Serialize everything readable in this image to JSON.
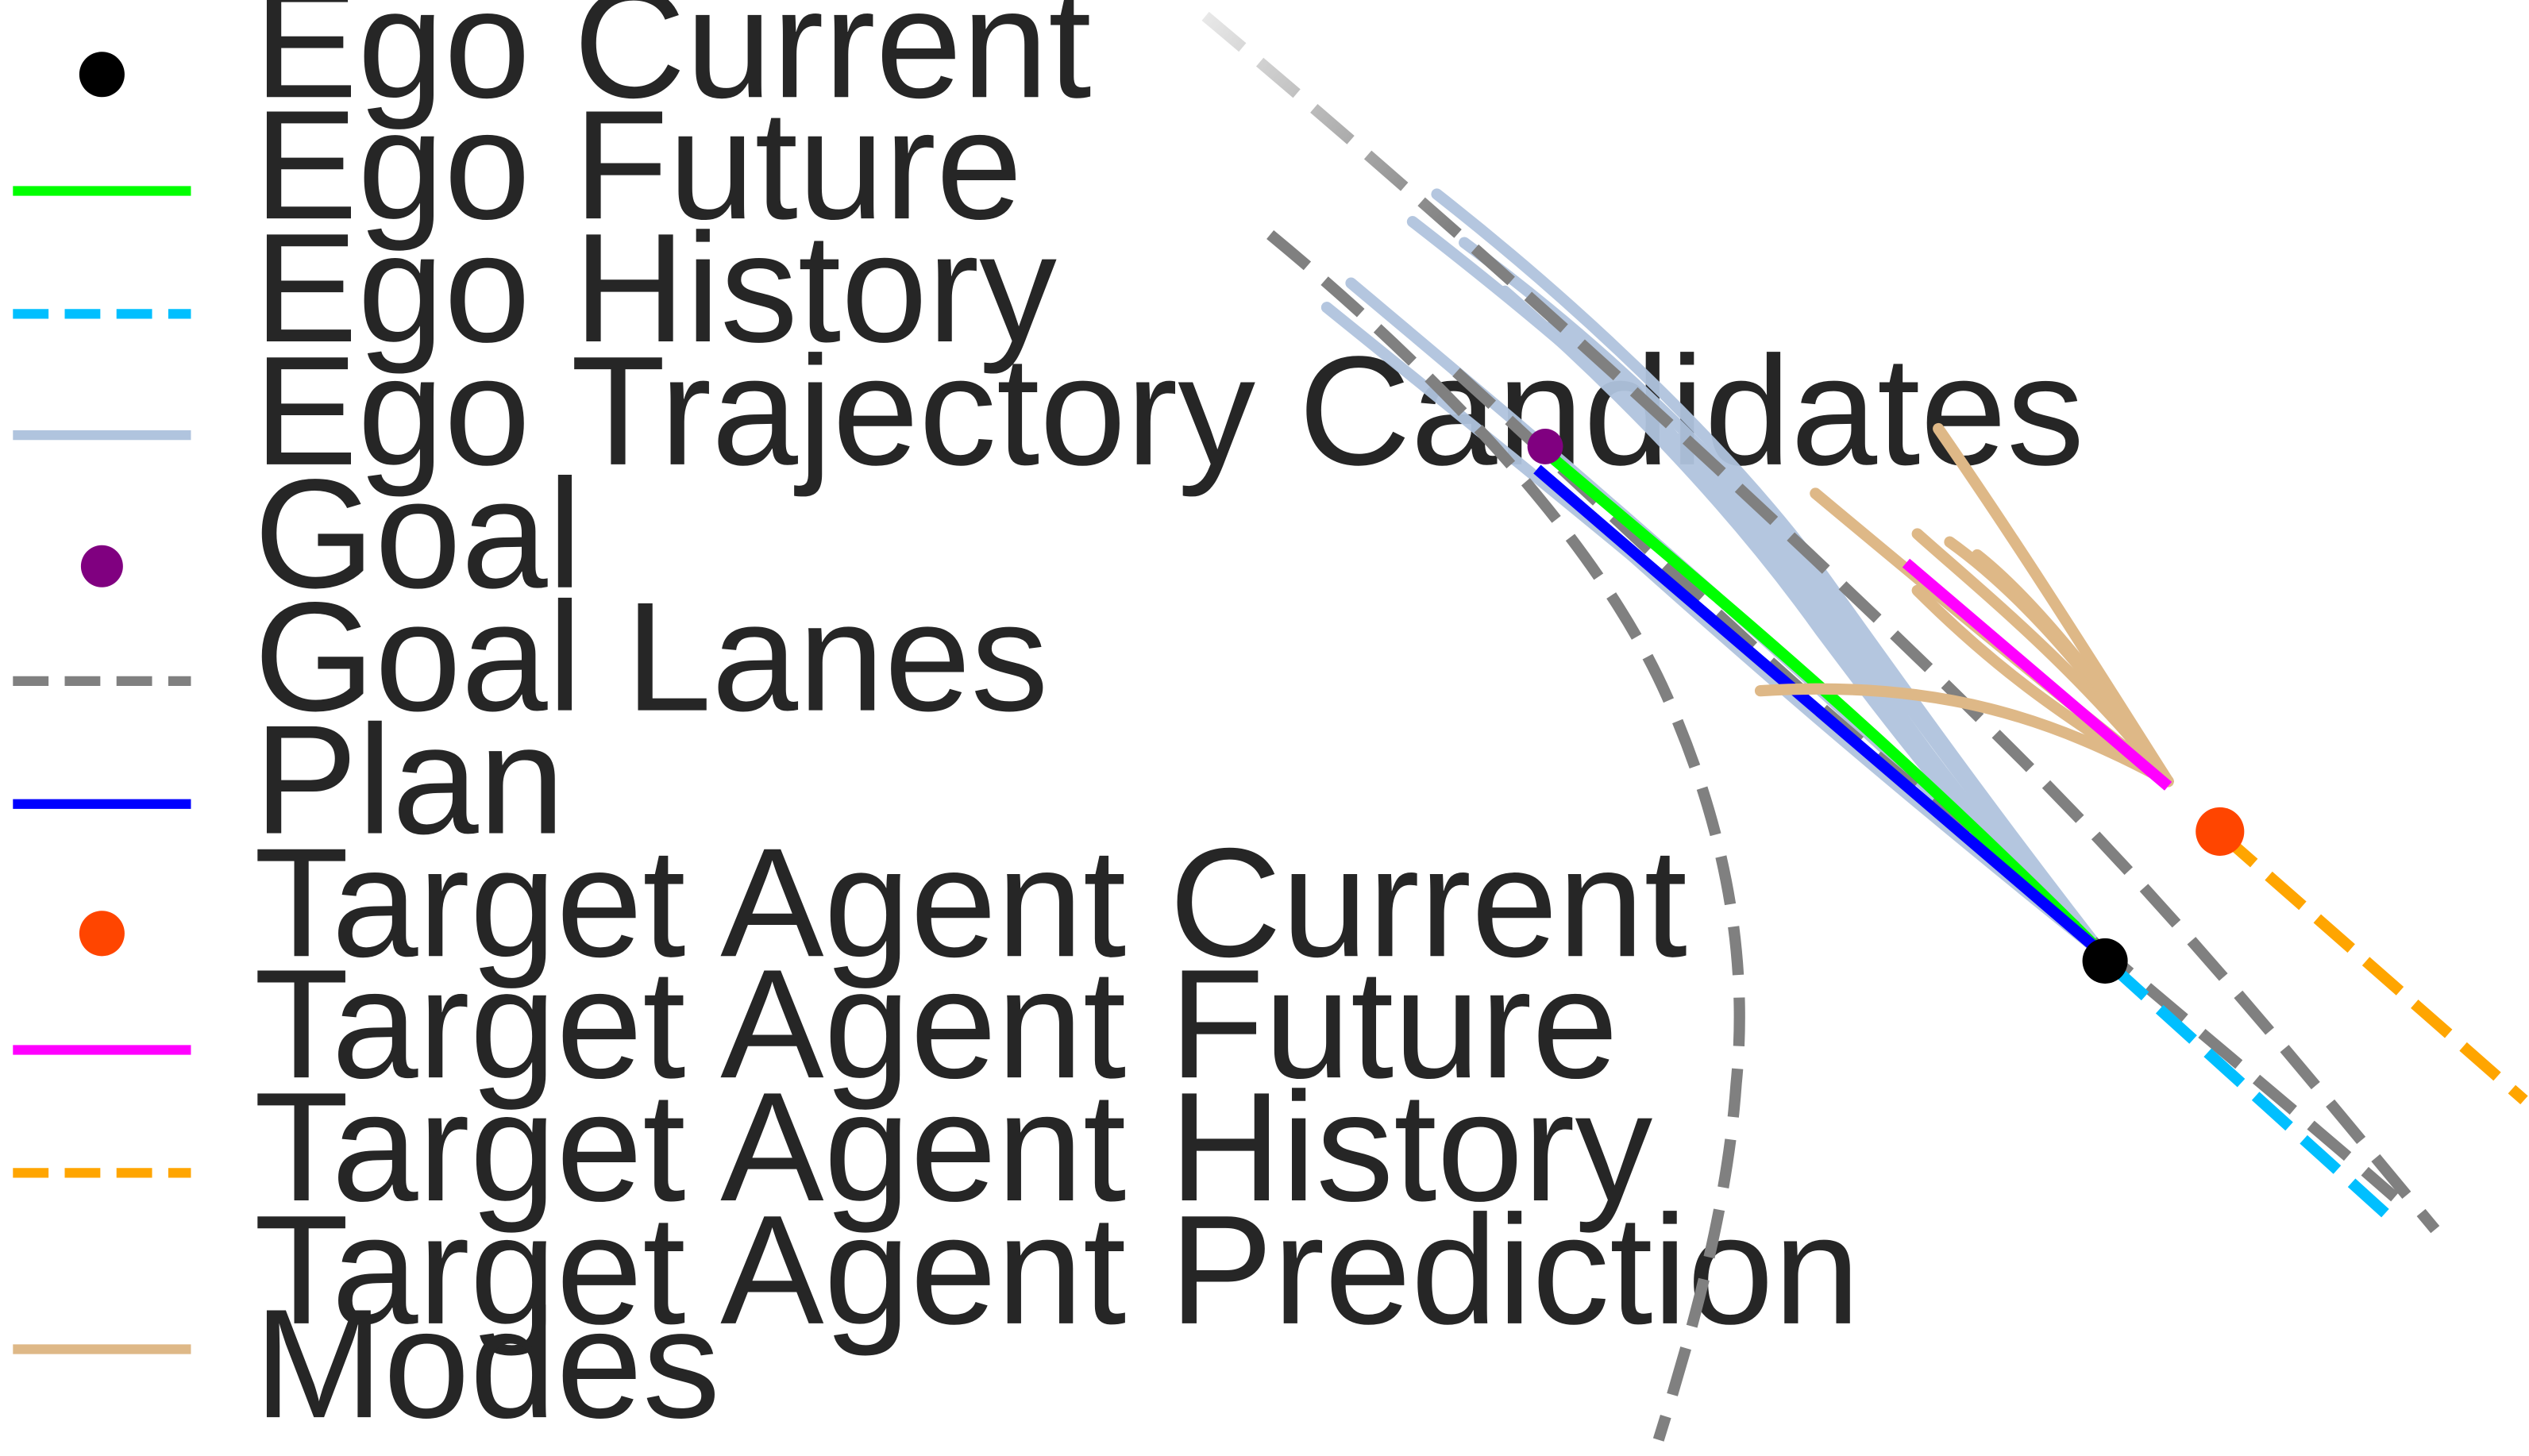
{
  "legend": {
    "items": [
      {
        "key": "ego_current",
        "lines": [
          "Ego Current"
        ],
        "marker": "dot",
        "color": "#000000"
      },
      {
        "key": "ego_future",
        "lines": [
          "Ego Future"
        ],
        "marker": "line",
        "color": "#00ff00"
      },
      {
        "key": "ego_history",
        "lines": [
          "Ego History"
        ],
        "marker": "dashed-line",
        "color": "#00bfff"
      },
      {
        "key": "ego_candidates",
        "lines": [
          "Ego Trajectory Candidates"
        ],
        "marker": "line",
        "color": "#b0c4de"
      },
      {
        "key": "goal",
        "lines": [
          "Goal"
        ],
        "marker": "dot",
        "color": "#800080"
      },
      {
        "key": "goal_lanes",
        "lines": [
          "Goal Lanes"
        ],
        "marker": "dashed-line",
        "color": "#808080"
      },
      {
        "key": "plan",
        "lines": [
          "Plan"
        ],
        "marker": "line",
        "color": "#0000ff"
      },
      {
        "key": "target_current",
        "lines": [
          "Target Agent Current"
        ],
        "marker": "dot",
        "color": "#ff4500"
      },
      {
        "key": "target_future",
        "lines": [
          "Target Agent Future"
        ],
        "marker": "line",
        "color": "#ff00ff"
      },
      {
        "key": "target_history",
        "lines": [
          "Target Agent History"
        ],
        "marker": "dashed-line",
        "color": "#ffa500"
      },
      {
        "key": "target_modes",
        "lines": [
          "Target Agent Prediction",
          "Modes"
        ],
        "marker": "line",
        "color": "#deb887"
      }
    ]
  }
}
